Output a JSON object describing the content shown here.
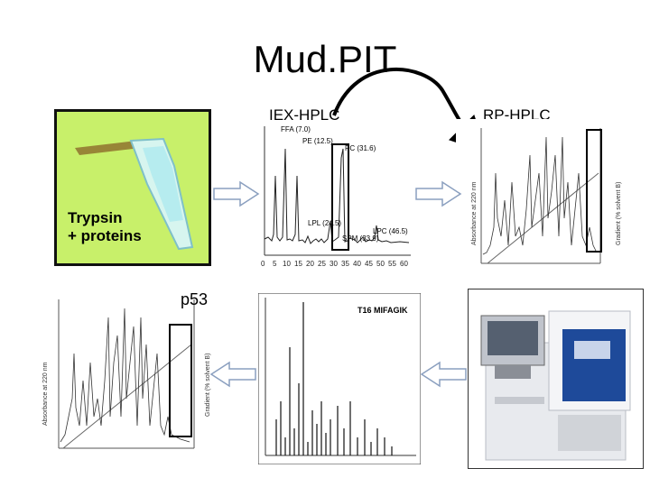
{
  "title": "Mud.PIT",
  "labels": {
    "iex": "IEX-HPLC",
    "rp": "RP-HPLC",
    "trypsin_line1": "Trypsin",
    "trypsin_line2": "+ proteins",
    "p53": "p53"
  },
  "iex_chromatogram": {
    "peak_labels": [
      "FFA (7.0)",
      "PE (12.5)",
      "PC (31.6)",
      "LPL (24.5)",
      "SPM (33.9)",
      "LPC (46.5)"
    ],
    "x_ticks": [
      "0",
      "5",
      "10",
      "15",
      "20",
      "25",
      "30",
      "35",
      "40",
      "45",
      "50",
      "55",
      "60"
    ]
  },
  "rp_chromatogram": {
    "y_label": "Absorbance at 220 nm",
    "y2_label": "Gradient (% solvent B)"
  },
  "left_chromatogram": {
    "y_label": "Absorbance at 220 nm",
    "y2_label": "Gradient (% solvent B)"
  },
  "ms_spectrum": {
    "title": "T16 MIFAGIK"
  },
  "colors": {
    "green_panel": "#c8f06a",
    "arrow_fill": "#ffffff",
    "arrow_stroke": "#8a9fbf",
    "highlight_box": "#000000"
  }
}
